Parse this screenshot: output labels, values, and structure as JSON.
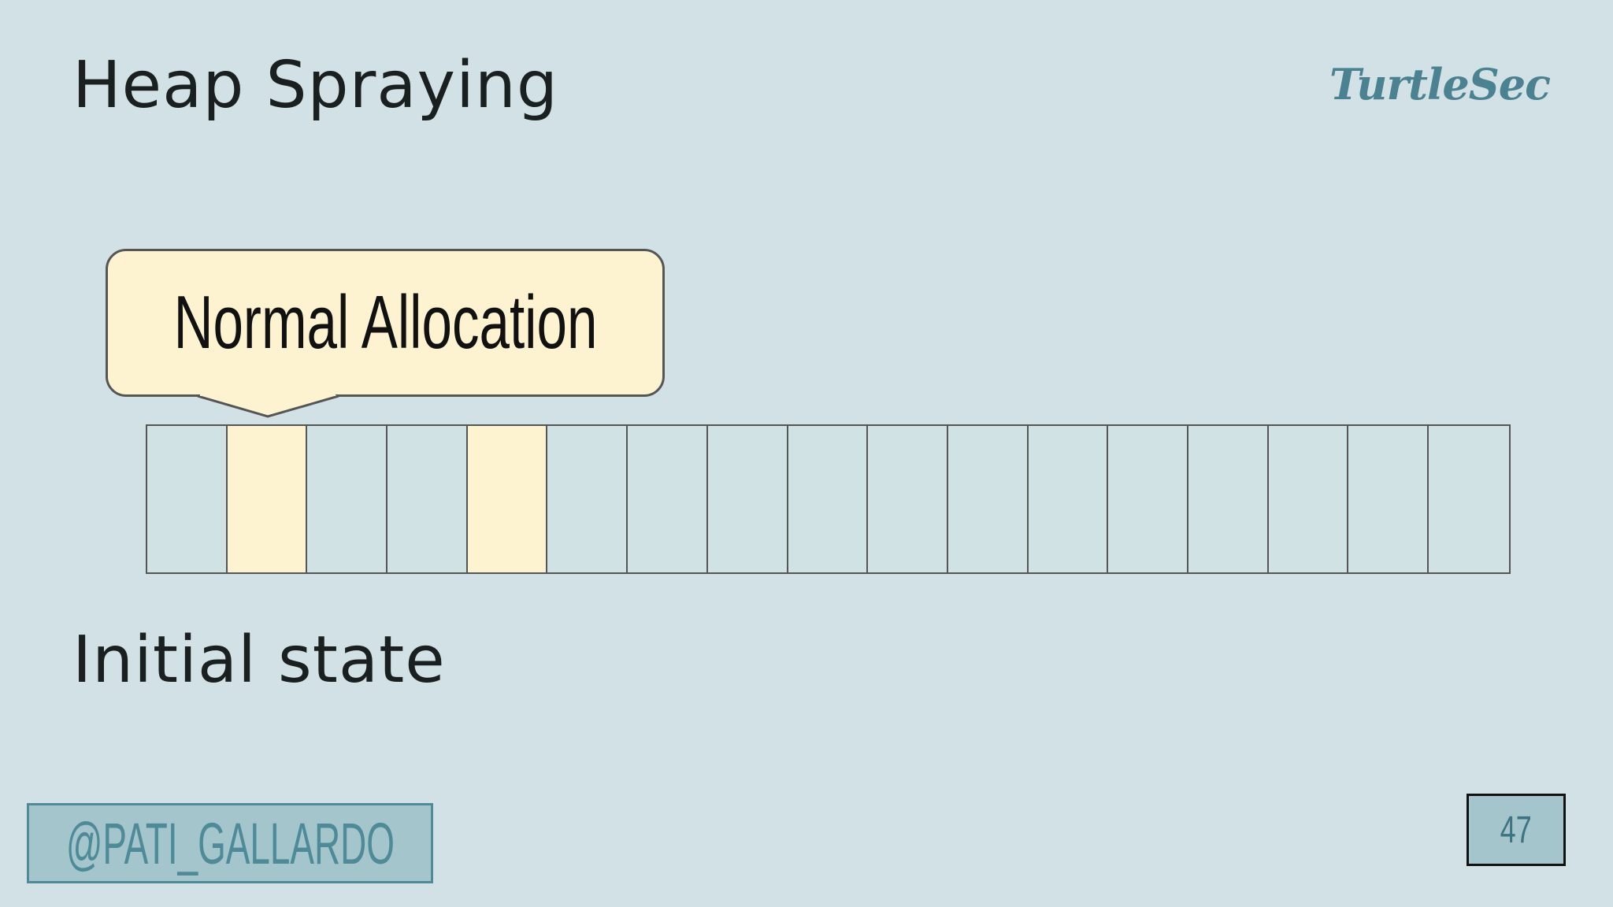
{
  "slide": {
    "title": "Heap Spraying",
    "logo": "TurtleSec",
    "callout": "Normal Allocation",
    "caption": "Initial state",
    "handle": "@PATI_GALLARDO",
    "page_number": "47"
  },
  "heap": {
    "allocated_slots": [
      1,
      4
    ],
    "colors": {
      "free": "#d0e2e3",
      "allocated": "#fef3d1",
      "border": "#555555"
    }
  },
  "theme": {
    "background": "#d2e1e5",
    "accent": "#4a8291"
  }
}
